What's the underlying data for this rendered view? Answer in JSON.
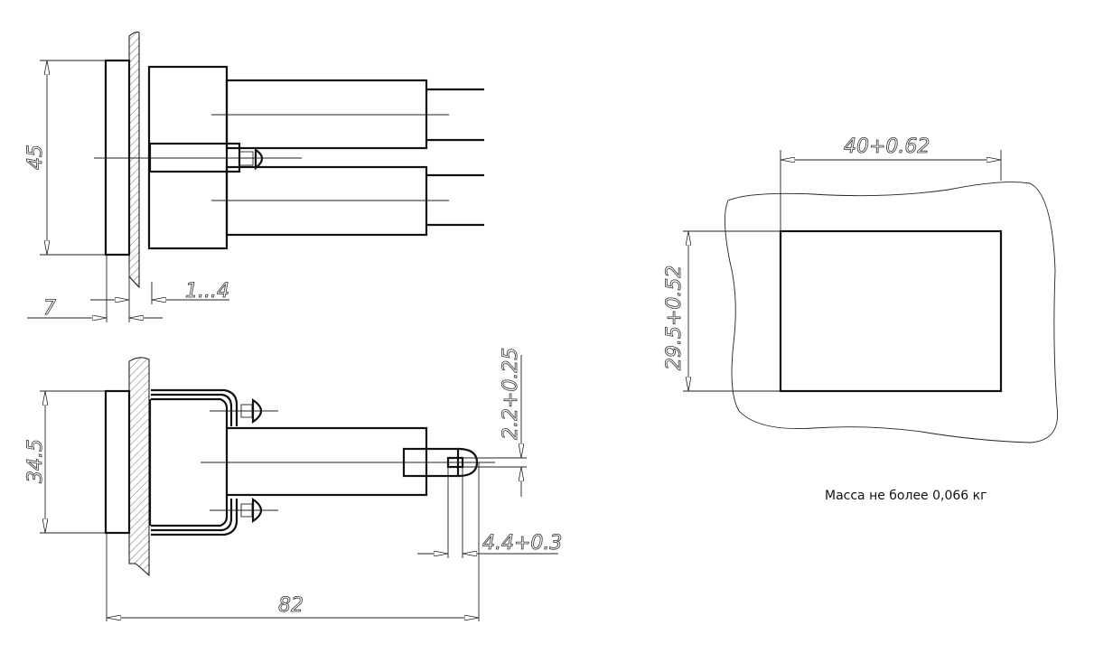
{
  "top_view": {
    "dim_height": "45",
    "dim_panel_thickness": "1...4",
    "dim_bezel_depth": "7"
  },
  "bottom_view": {
    "dim_height": "34.5",
    "dim_length": "82",
    "dim_terminal_width": "4.4+0.3",
    "dim_hole": "2.2+0.25"
  },
  "cutout_view": {
    "dim_width": "40+0.62",
    "dim_height": "29.5+0.52"
  },
  "caption": "Масса не более 0,066 кг"
}
